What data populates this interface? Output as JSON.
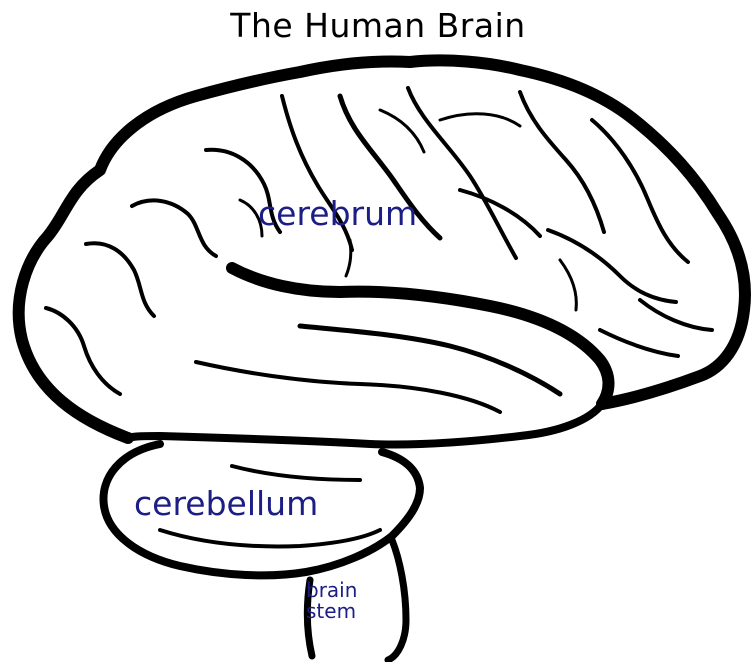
{
  "title": "The Human Brain",
  "labels": {
    "cerebrum": "cerebrum",
    "cerebellum": "cerebellum",
    "brain_stem_line1": "brain",
    "brain_stem_line2": "stem"
  },
  "colors": {
    "outline": "#000000",
    "label_text": "#1d1d86",
    "background": "#ffffff"
  }
}
